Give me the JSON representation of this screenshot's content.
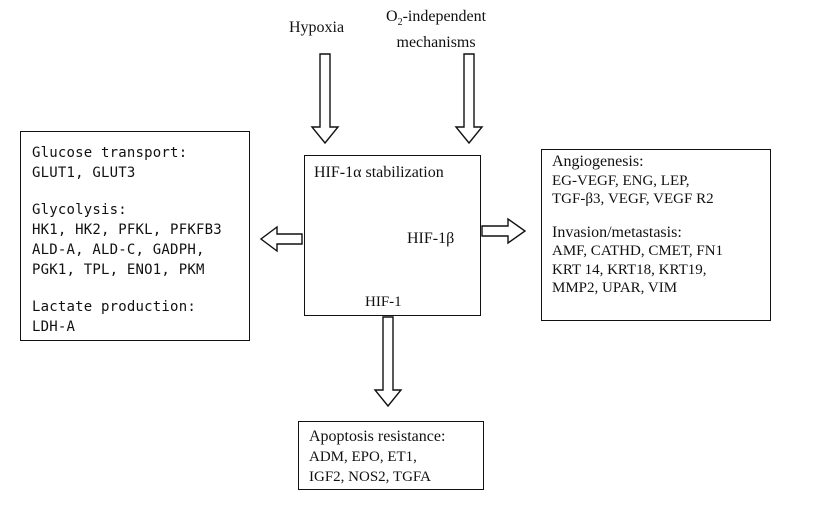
{
  "inputs": {
    "hypoxia": "Hypoxia",
    "o2_prefix": "O",
    "o2_sub": "2",
    "o2_suffix": "-independent",
    "o2_line2": "mechanisms"
  },
  "center": {
    "title": "HIF-1α stabilization",
    "beta": "HIF-1β",
    "product": "HIF-1"
  },
  "left_box": {
    "glucose_head": "Glucose transport:",
    "glucose_genes": "GLUT1, GLUT3",
    "glycolysis_head": "Glycolysis:",
    "glycolysis_line1": "HK1, HK2, PFKL, PFKFB3",
    "glycolysis_line2": "ALD-A, ALD-C, GADPH,",
    "glycolysis_line3": "PGK1, TPL, ENO1, PKM",
    "lactate_head": "Lactate production:",
    "lactate_genes": "LDH-A"
  },
  "right_box": {
    "angio_head": "Angiogenesis:",
    "angio_line1": "EG-VEGF, ENG, LEP,",
    "angio_line2": "TGF-β3, VEGF, VEGF R2",
    "invasion_head": "Invasion/metastasis:",
    "invasion_line1": "AMF, CATHD, CMET, FN1",
    "invasion_line2": "KRT 14, KRT18, KRT19,",
    "invasion_line3": "MMP2, UPAR, VIM"
  },
  "bottom_box": {
    "head": "Apoptosis resistance:",
    "line1": "ADM, EPO, ET1,",
    "line2": "IGF2, NOS2, TGFA"
  }
}
